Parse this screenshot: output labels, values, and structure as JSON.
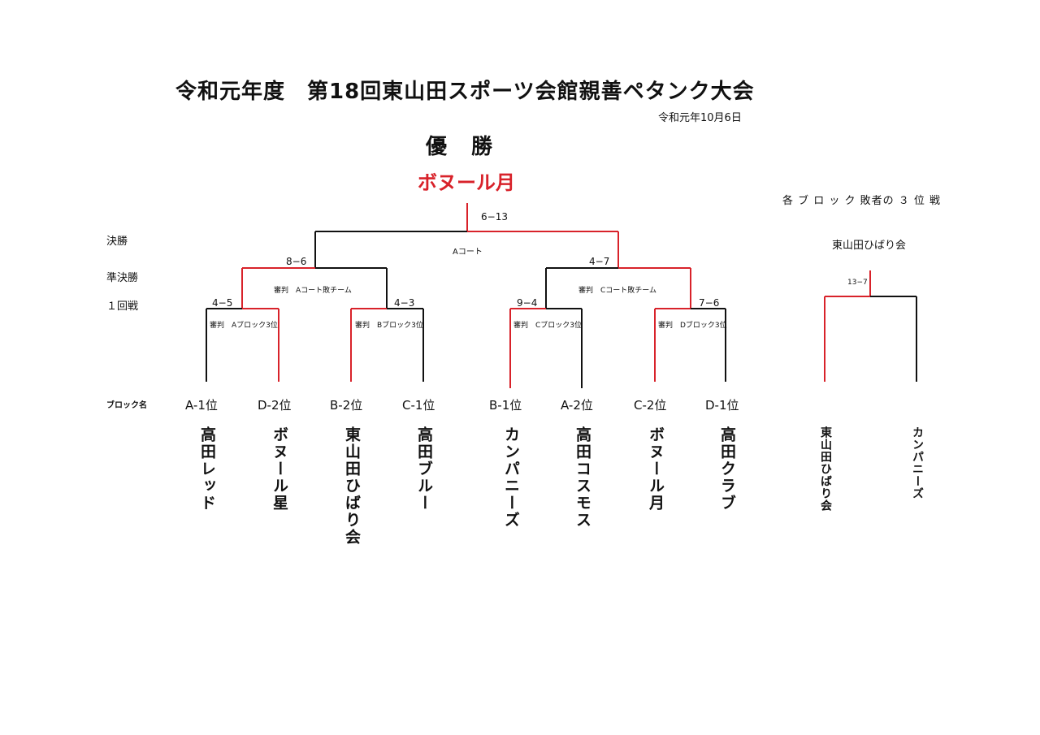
{
  "title": "令和元年度　第18回東山田スポーツ会館親善ペタンク大会",
  "date": "令和元年10月6日",
  "champion": {
    "label": "優　勝",
    "team": "ボヌール月"
  },
  "colors": {
    "winner_line": "#d8222a",
    "loser_line": "#111111",
    "champion_text": "#d8222a"
  },
  "rounds": {
    "final": "決勝",
    "semi": "準決勝",
    "first": "１回戦",
    "block": "ブロック名"
  },
  "final": {
    "score": "6−13",
    "court": "Aコート"
  },
  "semis": [
    {
      "score": "8−6",
      "referee": "審判　Aコート敗チーム"
    },
    {
      "score": "4−7",
      "referee": "審判　Cコート敗チーム"
    }
  ],
  "first_round": [
    {
      "score": "4−5",
      "referee": "審判　Aブロック3位"
    },
    {
      "score": "4−3",
      "referee": "審判　Bブロック3位"
    },
    {
      "score": "9−4",
      "referee": "審判　Cブロック3位"
    },
    {
      "score": "7−6",
      "referee": "審判　Dブロック3位"
    }
  ],
  "teams": [
    {
      "seed": "A-1位",
      "name": "高田レッド"
    },
    {
      "seed": "D-2位",
      "name": "ボヌール星"
    },
    {
      "seed": "B-2位",
      "name": "東山田ひばり会"
    },
    {
      "seed": "C-1位",
      "name": "高田ブルー"
    },
    {
      "seed": "B-1位",
      "name": "カンパニーズ"
    },
    {
      "seed": "A-2位",
      "name": "高田コスモス"
    },
    {
      "seed": "C-2位",
      "name": "ボヌール月"
    },
    {
      "seed": "D-1位",
      "name": "高田クラブ"
    }
  ],
  "third_place": {
    "title": "各 ブ ロ ッ ク 敗者の ３ 位 戦",
    "winner": "東山田ひばり会",
    "score": "13−7",
    "teams": [
      "東山田ひばり会",
      "カンパニーズ"
    ]
  }
}
